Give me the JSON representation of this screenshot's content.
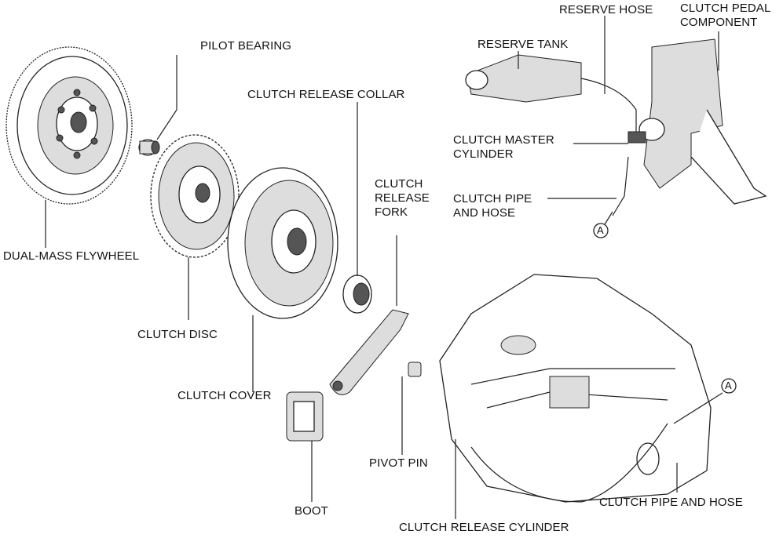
{
  "diagram": {
    "subject": "Clutch system exploded view",
    "labels": {
      "pilot_bearing": "PILOT BEARING",
      "dual_mass_flywheel": "DUAL-MASS FLYWHEEL",
      "clutch_disc": "CLUTCH DISC",
      "clutch_cover": "CLUTCH COVER",
      "clutch_release_collar": "CLUTCH RELEASE COLLAR",
      "clutch_release_fork": "CLUTCH\nRELEASE\nFORK",
      "boot": "BOOT",
      "pivot_pin": "PIVOT PIN",
      "clutch_release_cylinder": "CLUTCH RELEASE CYLINDER",
      "clutch_pipe_and_hose_lower": "CLUTCH PIPE AND HOSE",
      "reserve_tank": "RESERVE TANK",
      "reserve_hose": "RESERVE HOSE",
      "clutch_pedal_component": "CLUTCH PEDAL\nCOMPONENT",
      "clutch_master_cylinder": "CLUTCH MASTER\nCYLINDER",
      "clutch_pipe_and_hose_upper": "CLUTCH PIPE\nAND HOSE"
    },
    "connection_markers": [
      "A",
      "A"
    ]
  }
}
